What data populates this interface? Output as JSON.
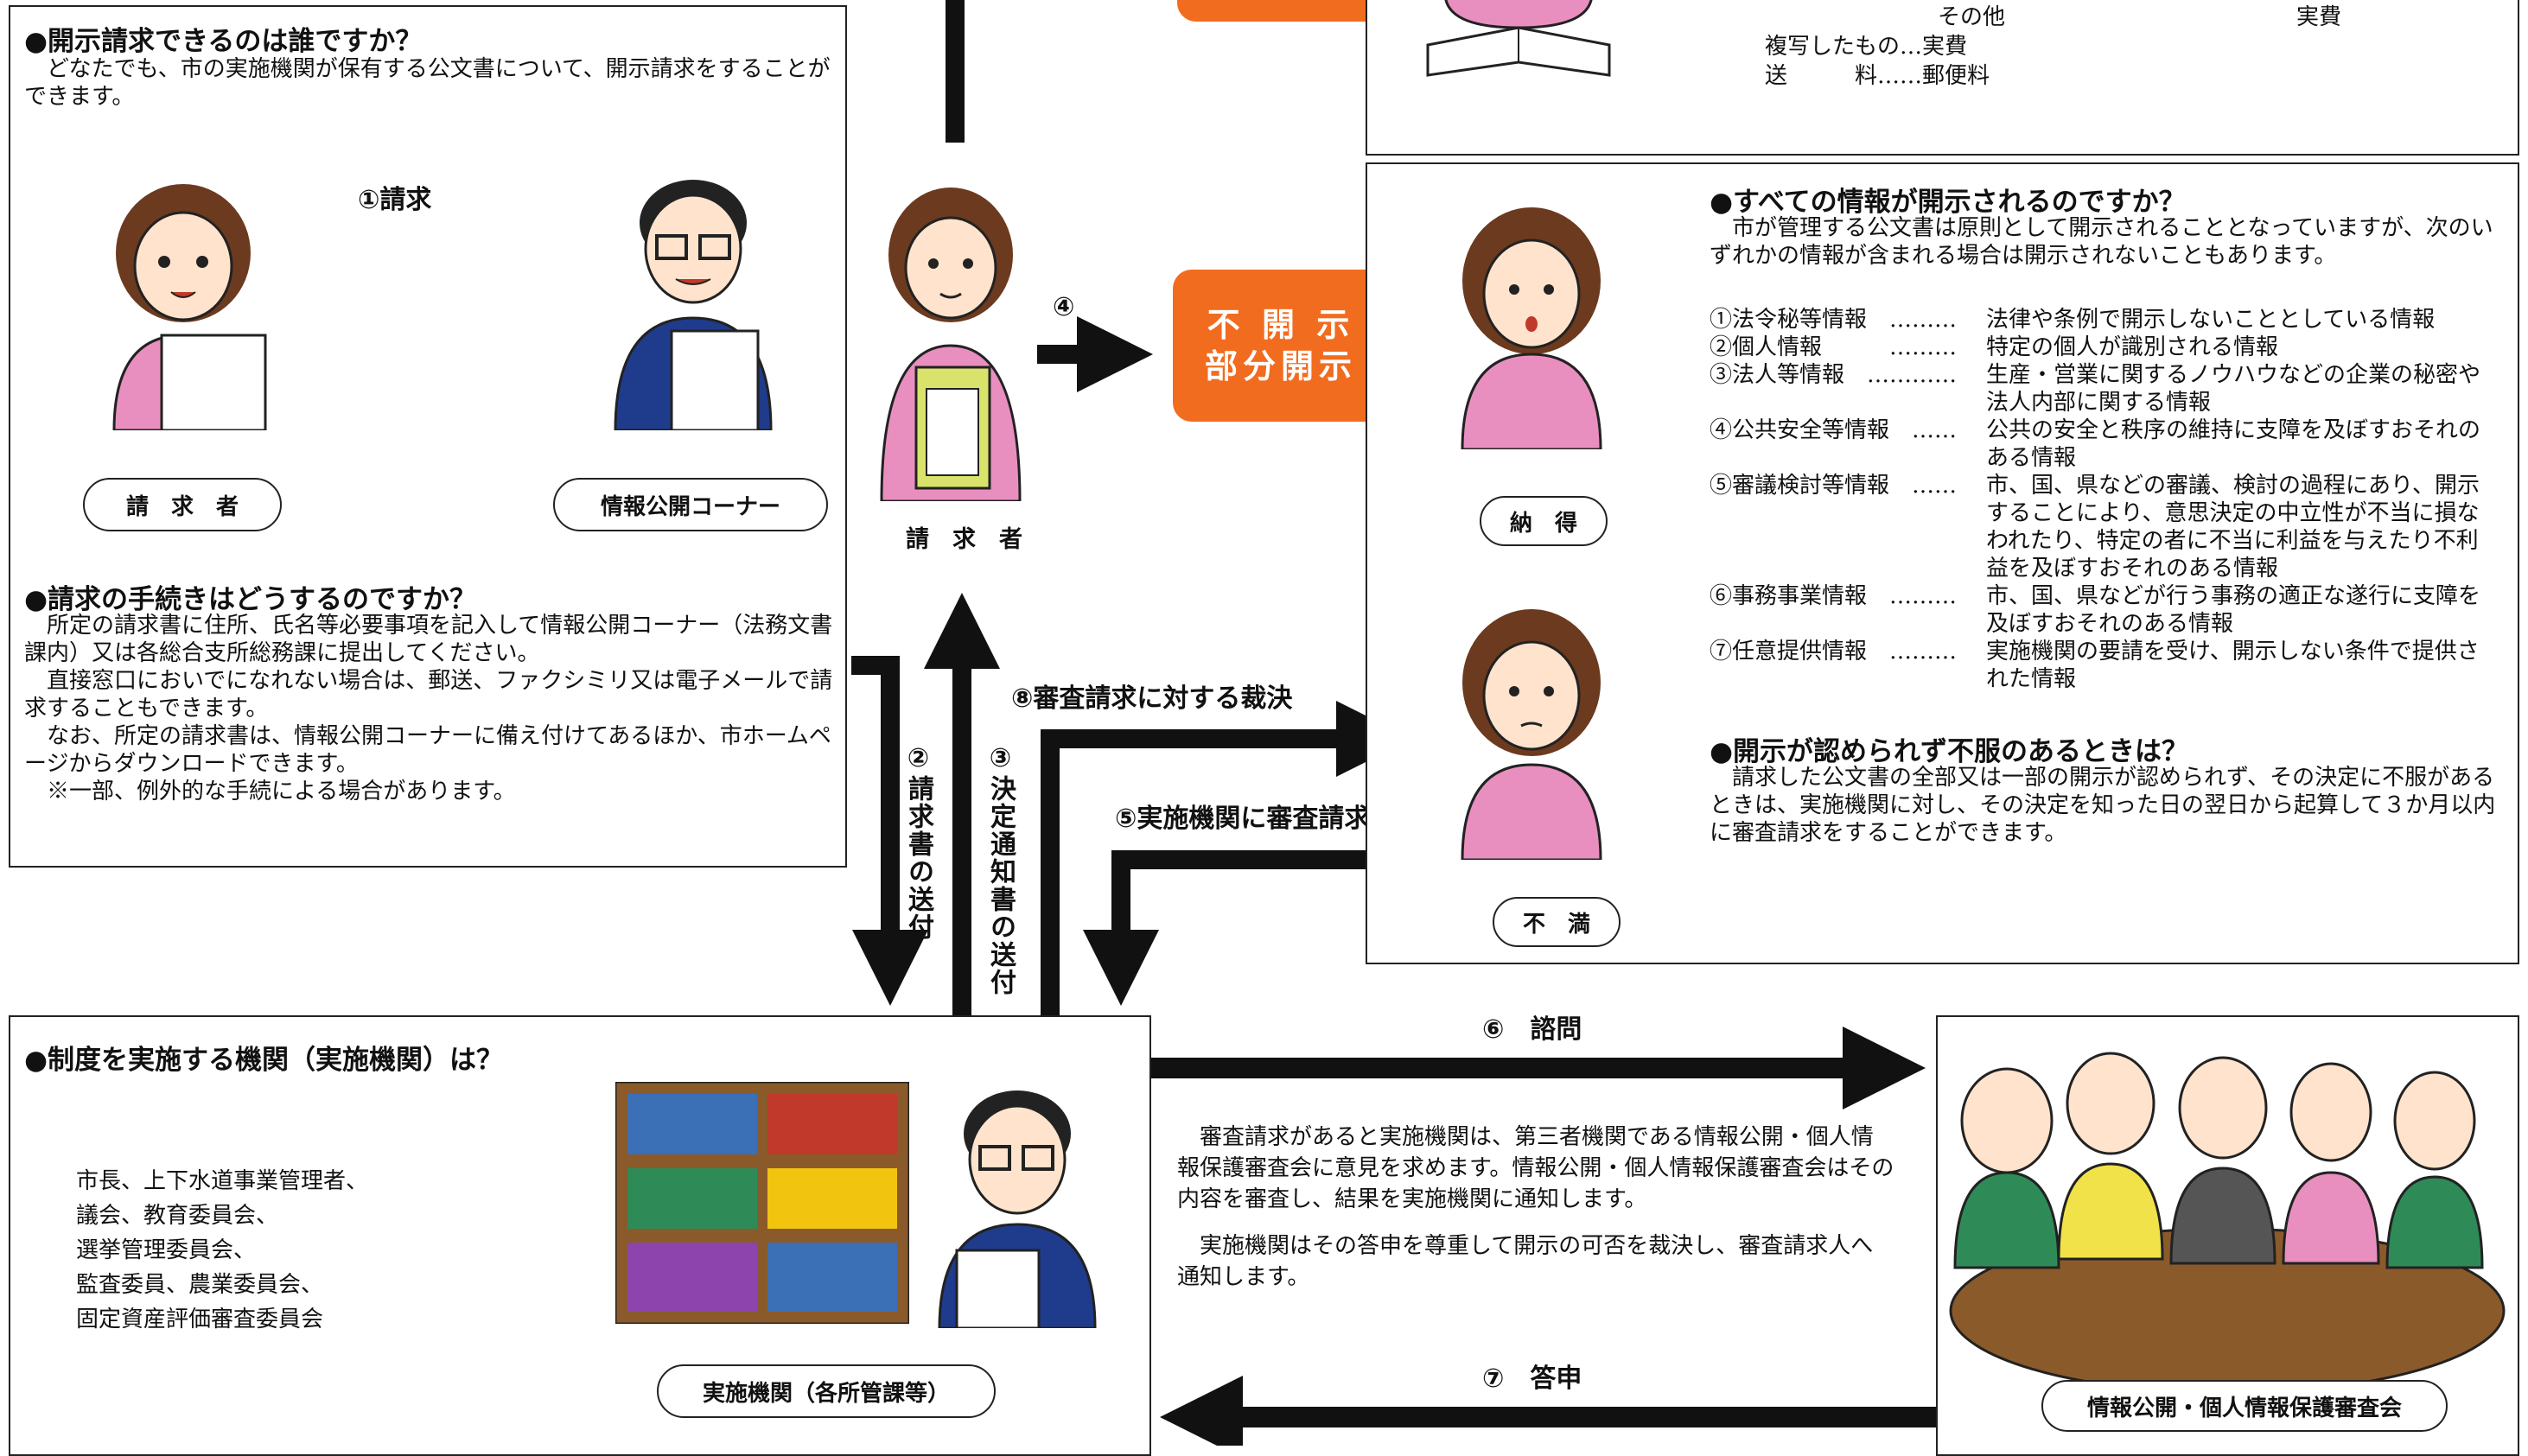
{
  "panel_who": {
    "heading": "●開示請求できるのは誰ですか？",
    "body": "どなたでも、市の実施機関が保有する公文書について、開示請求をすることができます。",
    "arrow_label": "①請求",
    "person_left_label": "請　求　者",
    "person_right_label": "情報公開コーナー",
    "procedure_heading": "●請求の手続きはどうするのですか？",
    "procedure_body": [
      "所定の請求書に住所、氏名等必要事項を記入して情報公開コーナー（法務文書課内）又は各総合支所総務課に提出してください。",
      "直接窓口においでになれない場合は、郵送、ファクシミリ又は電子メールで請求することもできます。",
      "なお、所定の請求書は、情報公開コーナーに備え付けてあるほか、市ホームページからダウンロードできます。",
      "※一部、例外的な手続による場合があります。"
    ]
  },
  "center": {
    "requester_label": "請　求　者",
    "step4": "④",
    "result_line1": "不 開 示",
    "result_line2": "部分開示",
    "step2_label": "②請求書の送付",
    "step3_label": "③決定通知書の送付",
    "step8_label": "⑧審査請求に対する裁決",
    "step5_label": "⑤実施機関に審査請求"
  },
  "fees": {
    "line_partial_1": "その他",
    "line_partial_2": "実費",
    "line_copy": "複写したもの…実費",
    "line_post": "送　　　料……郵便料"
  },
  "panel_disclose": {
    "heading": "●すべての情報が開示されるのですか？",
    "body": "市が管理する公文書は原則として開示されることとなっていますが、次のいずれかの情報が含まれる場合は開示されないこともあります。",
    "items": [
      {
        "k": "①法令秘等情報　………",
        "d": "法律や条例で開示しないこととしている情報"
      },
      {
        "k": "②個人情報　　　………",
        "d": "特定の個人が識別される情報"
      },
      {
        "k": "③法人等情報　…………",
        "d": "生産・営業に関するノウハウなどの企業の秘密や法人内部に関する情報"
      },
      {
        "k": "④公共安全等情報　……",
        "d": "公共の安全と秩序の維持に支障を及ぼすおそれのある情報"
      },
      {
        "k": "⑤審議検討等情報　……",
        "d": "市、国、県などの審議、検討の過程にあり、開示することにより、意思決定の中立性が不当に損なわれたり、特定の者に不当に利益を与えたり不利益を及ぼすおそれのある情報"
      },
      {
        "k": "⑥事務事業情報　………",
        "d": "市、国、県などが行う事務の適正な遂行に支障を及ぼすおそれのある情報"
      },
      {
        "k": "⑦任意提供情報　………",
        "d": "実施機関の要請を受け、開示しない条件で提供された情報"
      }
    ],
    "nattoku_label": "納　得",
    "fuman_label": "不　満",
    "appeal_heading": "●開示が認められず不服のあるときは？",
    "appeal_body": "請求した公文書の全部又は一部の開示が認められず、その決定に不服があるときは、実施機関に対し、その決定を知った日の翌日から起算して３か月以内に審査請求をすることができます。"
  },
  "panel_agency": {
    "heading": "●制度を実施する機関（実施機関）は？",
    "lines": [
      "市長、上下水道事業管理者、",
      "議会、教育委員会、",
      "選挙管理委員会、",
      "監査委員、農業委員会、",
      "固定資産評価審査委員会"
    ],
    "agency_label": "実施機関（各所管課等）"
  },
  "review": {
    "step6": "⑥　諮問",
    "step7": "⑦　答申",
    "body1": "審査請求があると実施機関は、第三者機関である情報公開・個人情報保護審査会に意見を求めます。情報公開・個人情報保護審査会はその内容を審査し、結果を実施機関に通知します。",
    "body2": "実施機関はその答申を尊重して開示の可否を裁決し、審査請求人へ通知します。",
    "council_label": "情報公開・個人情報保護審査会"
  },
  "colors": {
    "accent": "#f26c1f",
    "pink": "#e98fc0",
    "hair": "#6b3a1f",
    "suit": "#1f3c8c"
  }
}
